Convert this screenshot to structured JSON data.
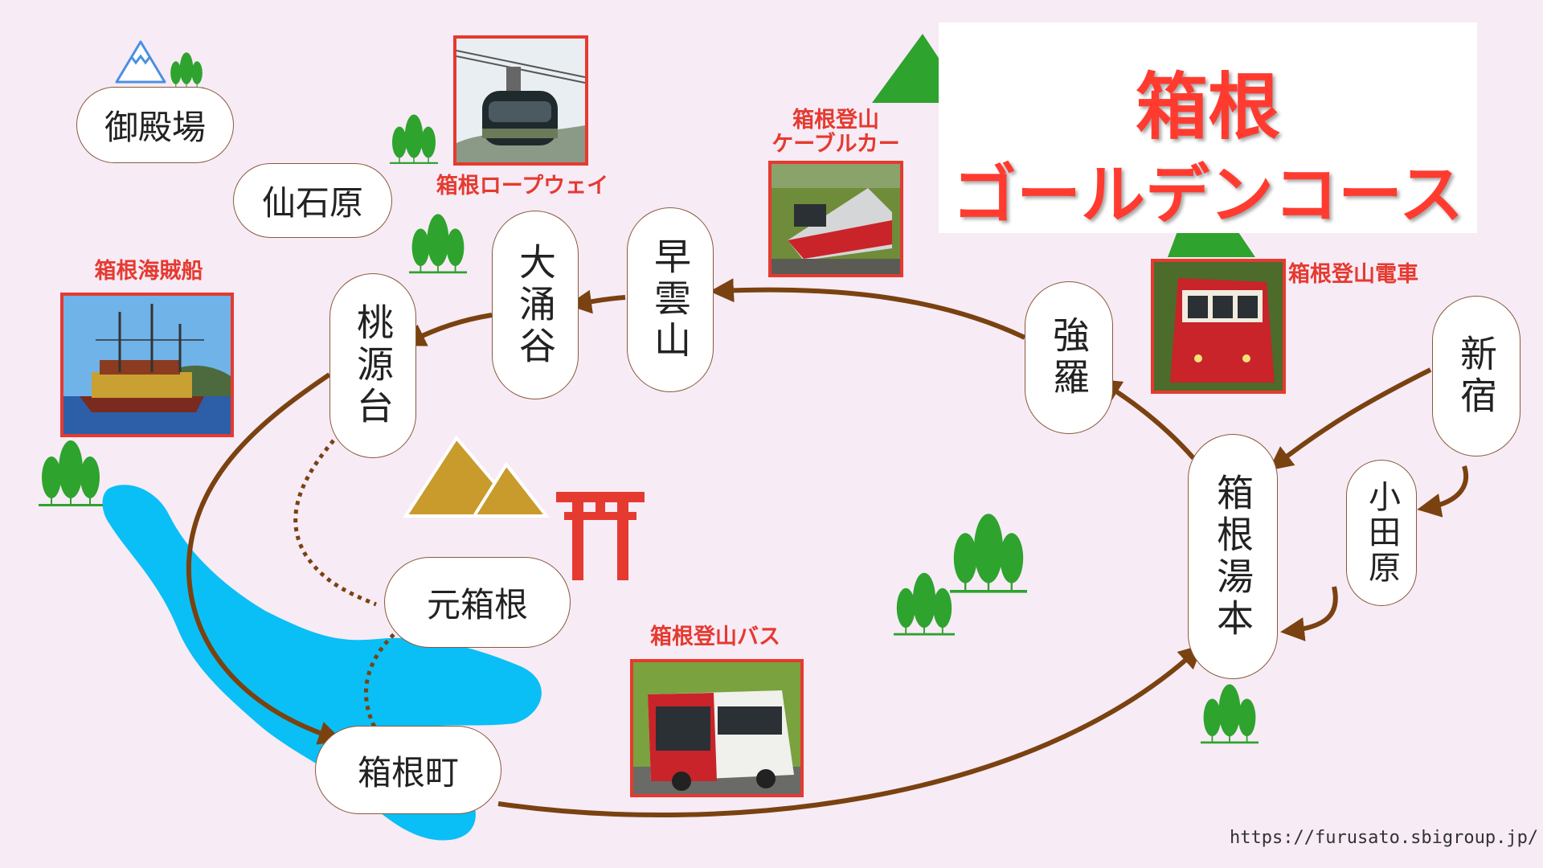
{
  "title": {
    "line1": "箱根",
    "line2": "ゴールデンコース"
  },
  "stations": {
    "gotemba": "御殿場",
    "sengokuhara": "仙石原",
    "togendai": "桃源台",
    "owakudani": "大涌谷",
    "sounzan": "早雲山",
    "gora": "強羅",
    "hakone_yumoto": "箱根湯本",
    "shinjuku": "新宿",
    "odawara": "小田原",
    "motohakone": "元箱根",
    "hakonemachi": "箱根町"
  },
  "transport": {
    "ropeway": "箱根ロープウェイ",
    "cablecar_1": "箱根登山",
    "cablecar_2": "ケーブルカー",
    "pirate_ship": "箱根海賊船",
    "tozan_train": "箱根登山電車",
    "tozan_bus": "箱根登山バス"
  },
  "url": "https://furusato.sbigroup.jp/",
  "colors": {
    "route": "#7a4210",
    "caption": "#e53a30",
    "lake": "#0abff5",
    "tree": "#2ea32e",
    "torii": "#e53a30",
    "mountain": "#c99a2c",
    "background": "#f7ebf6"
  }
}
